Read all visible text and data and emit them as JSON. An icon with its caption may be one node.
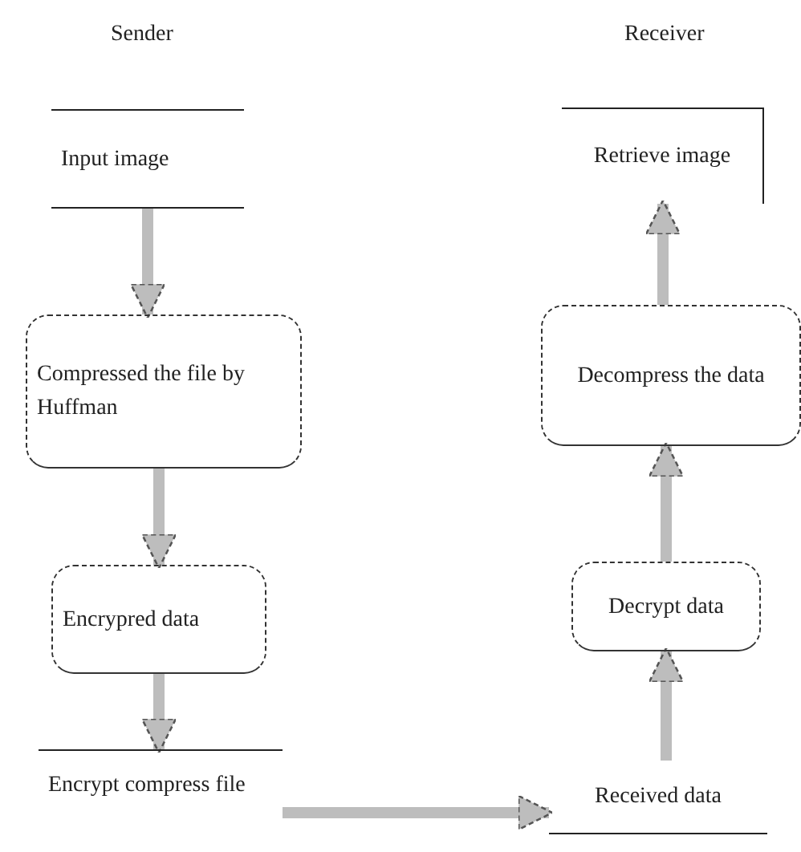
{
  "diagram": {
    "nodes": [
      {
        "text": [
          "Input image"
        ]
      },
      {
        "text": [
          "Compressed the file by Huffman"
        ]
      },
      {
        "text": [
          "Encrypred data"
        ]
      },
      {
        "text": [
          "Encrypt compress file"
        ]
      },
      {
        "text": [
          "Received data"
        ]
      },
      {
        "text": [
          "Decrypt data"
        ]
      },
      {
        "text": [
          "Decompress the data"
        ]
      },
      {
        "text": [
          "Retrieve image"
        ]
      }
    ],
    "edges": [
      {
        "from": 0,
        "to": 1,
        "arrow": "to"
      },
      {
        "from": 1,
        "to": 2,
        "arrow": "to"
      },
      {
        "from": 2,
        "to": 3,
        "arrow": "to"
      },
      {
        "from": 3,
        "to": 4,
        "arrow": "to"
      },
      {
        "from": 4,
        "to": 5,
        "arrow": "to"
      },
      {
        "from": 5,
        "to": 6,
        "arrow": "to"
      },
      {
        "from": 6,
        "to": 7,
        "arrow": "to"
      }
    ],
    "labels": [
      "Sender",
      "Receiver"
    ]
  }
}
